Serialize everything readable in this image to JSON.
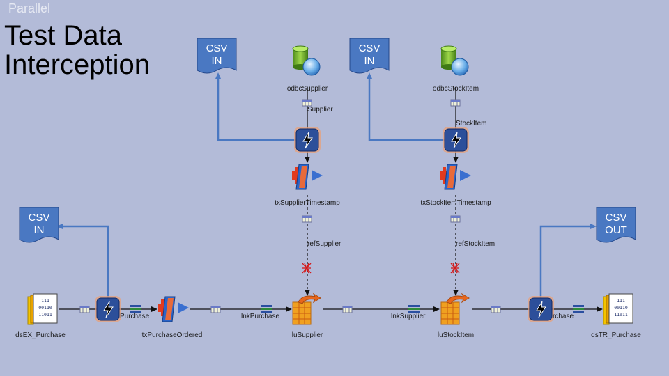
{
  "slide": {
    "top_label": "Parallel",
    "title_line1": "Test Data",
    "title_line2": "Interception"
  },
  "badges": {
    "csv_in_1": [
      "CSV",
      "IN"
    ],
    "csv_in_2": [
      "CSV",
      "IN"
    ],
    "csv_in_3": [
      "CSV",
      "IN"
    ],
    "csv_out": [
      "CSV",
      "OUT"
    ]
  },
  "stages": {
    "odbc_supplier": "odbcSupplier",
    "odbc_stockitem": "odbcStockItem",
    "tx_supplier_timestamp": "txSupplierTimestamp",
    "tx_stockitem_timestamp": "txStockItemTimestamp",
    "ds_ex_purchase": "dsEX_Purchase",
    "tx_purchase_ordered": "txPurchaseOrdered",
    "lu_supplier": "luSupplier",
    "lu_stockitem": "luStockItem",
    "ds_tr_purchase": "dsTR_Purchase"
  },
  "links": {
    "supplier": "Supplier",
    "stockitem": "StockItem",
    "ref_supplier": "refSupplier",
    "ref_stockitem": "refStockItem",
    "purchase_1": "Purchase",
    "lnk_purchase": "lnkPurchase",
    "lnk_supplier": "lnkSupplier",
    "purchase_2": "rchase"
  },
  "colors": {
    "background": "#b3bbd8",
    "badge_fill": "#4a78c2",
    "connector": "#4a78c2",
    "intercept_fill": "#2c4f9a",
    "intercept_glow": "#e0784a"
  }
}
